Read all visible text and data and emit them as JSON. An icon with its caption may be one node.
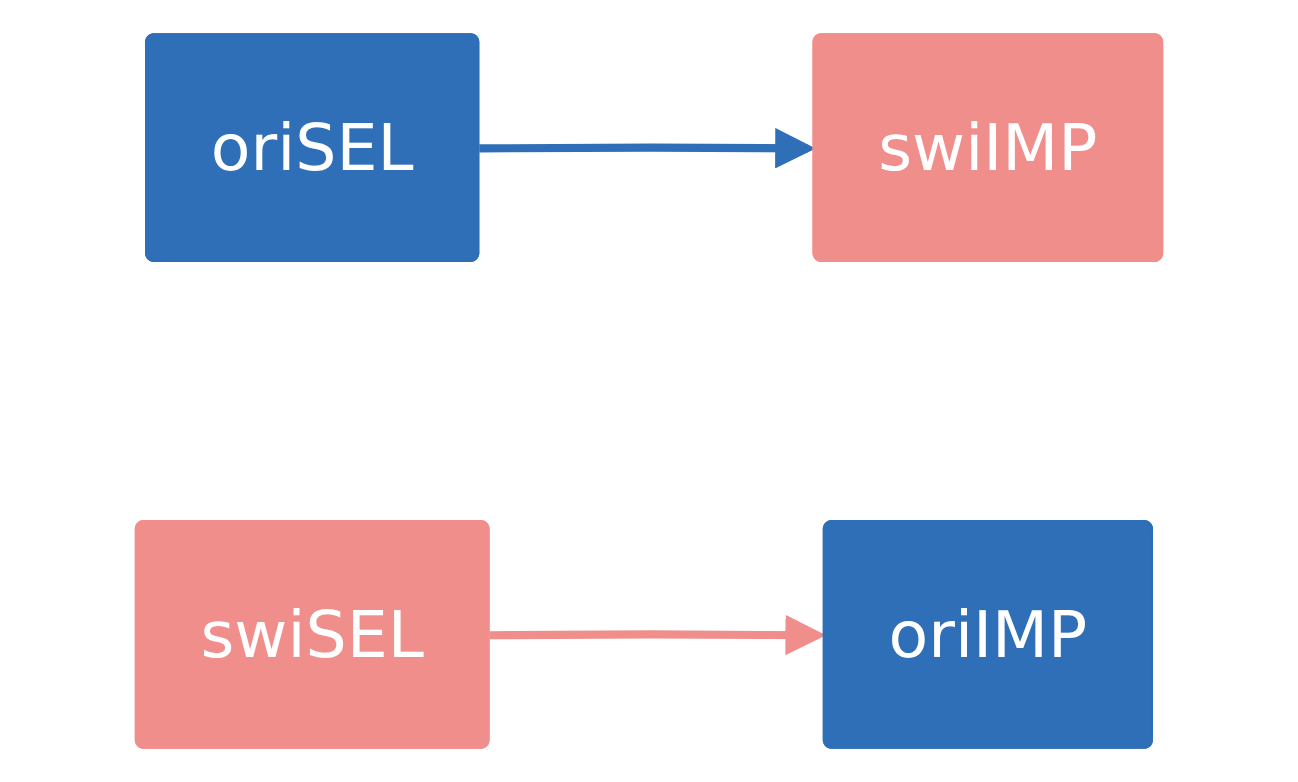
{
  "diagram": {
    "nodes": [
      {
        "text": [
          "oriSEL"
        ]
      },
      {
        "text": [
          "oriIMP"
        ]
      },
      {
        "text": [
          "swiSEL"
        ]
      },
      {
        "text": [
          "swiIMP"
        ]
      }
    ],
    "edges": [
      {
        "from": 0,
        "to": 3,
        "arrow": "to",
        "color": "#2e6fb7"
      },
      {
        "from": 2,
        "to": 1,
        "arrow": "to",
        "color": "#ef8e8b"
      }
    ]
  }
}
